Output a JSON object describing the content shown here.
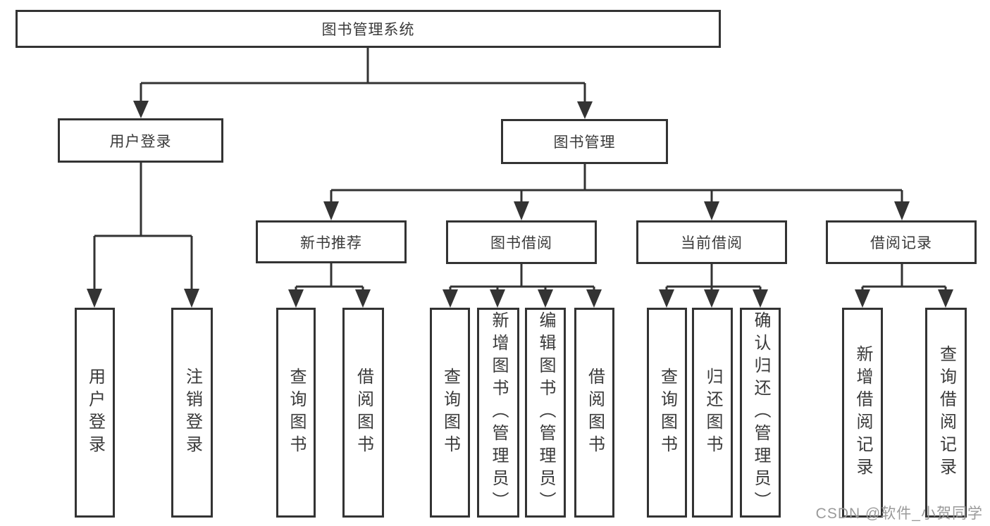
{
  "tree": {
    "label": "图书管理系统",
    "children": [
      {
        "label": "用户登录",
        "children": [
          {
            "label": "用户登录"
          },
          {
            "label": "注销登录"
          }
        ]
      },
      {
        "label": "图书管理",
        "children": [
          {
            "label": "新书推荐",
            "children": [
              {
                "label": "查询图书"
              },
              {
                "label": "借阅图书"
              }
            ]
          },
          {
            "label": "图书借阅",
            "children": [
              {
                "label": "查询图书"
              },
              {
                "label": "新增图书（管理员）"
              },
              {
                "label": "编辑图书（管理员）"
              },
              {
                "label": "借阅图书"
              }
            ]
          },
          {
            "label": "当前借阅",
            "children": [
              {
                "label": "查询图书"
              },
              {
                "label": "归还图书"
              },
              {
                "label": "确认归还（管理员）"
              }
            ]
          },
          {
            "label": "借阅记录",
            "children": [
              {
                "label": "新增借阅记录"
              },
              {
                "label": "查询借阅记录"
              }
            ]
          }
        ]
      }
    ]
  },
  "watermark": {
    "text": "CSDN @软件_小贺同学"
  },
  "colors": {
    "line": "#333333",
    "background": "#ffffff",
    "watermark": "#9a9a9a"
  }
}
